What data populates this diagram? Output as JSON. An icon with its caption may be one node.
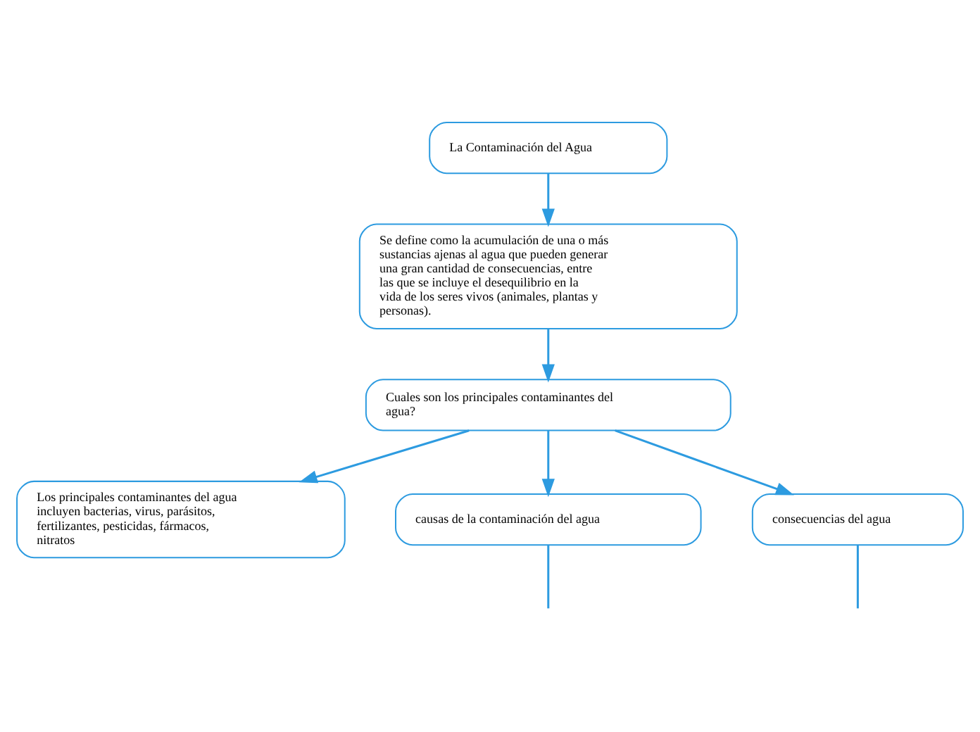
{
  "diagram": {
    "nodes": [
      {
        "text": [
          "La Contaminación del Agua"
        ]
      },
      {
        "text": [
          "Se define como la acumulación de una o más sustancias ajenas al agua que pueden generar una gran cantidad de consecuencias, entre las que se incluye el desequilibrio en la vida de los seres vivos (animales, plantas y personas)."
        ]
      },
      {
        "text": [
          "Cuales son los principales contaminantes del agua?"
        ]
      },
      {
        "text": [
          "Los principales contaminantes del agua incluyen bacterias, virus, parásitos, fertilizantes, pesticidas, fármacos, nitratos"
        ]
      },
      {
        "text": [
          "causas de la contaminación del agua"
        ]
      },
      {
        "text": [
          "consecuencias del agua"
        ]
      }
    ],
    "edges": [
      {
        "from": 0,
        "to": 1,
        "arrow": "to"
      },
      {
        "from": 1,
        "to": 2,
        "arrow": "to"
      },
      {
        "from": 2,
        "to": 3,
        "arrow": "to"
      },
      {
        "from": 2,
        "to": 4,
        "arrow": "to"
      },
      {
        "from": 2,
        "to": 5,
        "arrow": "to"
      },
      {
        "from": 4,
        "to": null,
        "arrow": "none"
      },
      {
        "from": 5,
        "to": null,
        "arrow": "none"
      }
    ]
  }
}
